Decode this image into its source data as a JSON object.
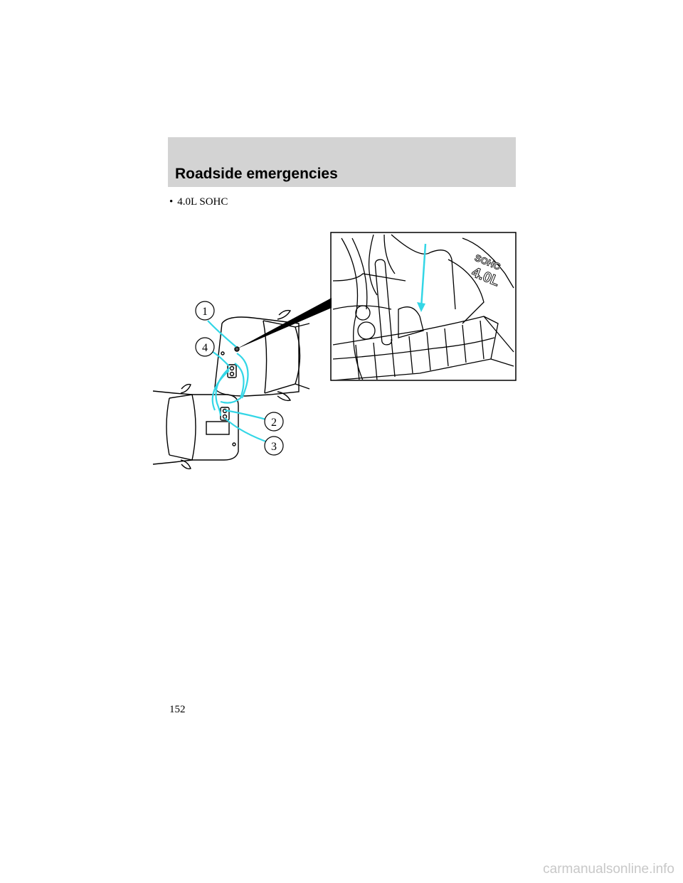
{
  "header": {
    "title": "Roadside emergencies"
  },
  "content": {
    "bullet": "•",
    "item": "4.0L SOHC"
  },
  "figure": {
    "callouts": [
      "1",
      "4",
      "2",
      "3"
    ],
    "engine_badge_top": "SOHC",
    "engine_badge_bottom": "4.0L",
    "accent_color": "#33d6e6"
  },
  "footer": {
    "page_number": "152"
  },
  "watermark": "carmanualsonline.info"
}
